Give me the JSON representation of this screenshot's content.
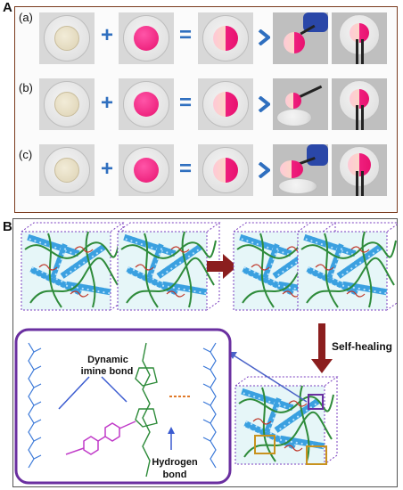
{
  "panel_a": {
    "letter": "A",
    "rows": [
      {
        "label": "(a)"
      },
      {
        "label": "(b)"
      },
      {
        "label": "(c)"
      }
    ],
    "operators": {
      "plus": "+",
      "equals": "="
    }
  },
  "panel_b": {
    "letter": "B",
    "self_healing_label": "Self-healing",
    "dynamic_label_line1": "Dynamic",
    "dynamic_label_line2": "imine bond",
    "hydrogen_label_line1": "Hydrogen",
    "hydrogen_label_line2": "bond"
  },
  "colors": {
    "blue_symbol": "#2f6fbf",
    "pink_gel": "#e8126f",
    "network_green": "#2e8b3a",
    "rod_blue": "#3aa0e0",
    "purple_box": "#6a2fa0",
    "arrow_brown": "#8b1e1e"
  }
}
